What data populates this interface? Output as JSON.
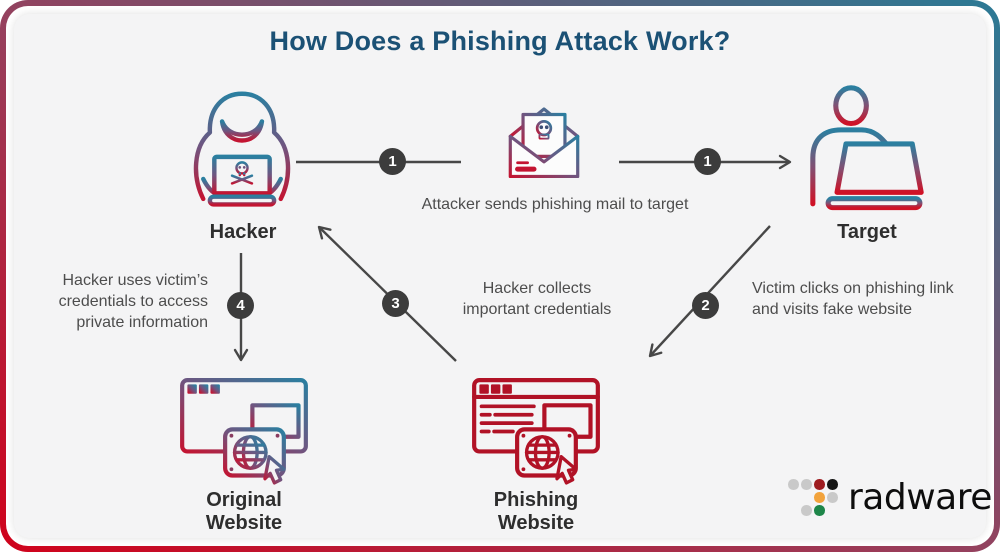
{
  "title": {
    "text": "How Does a Phishing Attack Work?",
    "color": "#1b5175"
  },
  "nodes": {
    "hacker": {
      "label": "Hacker"
    },
    "target": {
      "label": "Target"
    },
    "original_website": {
      "label": "Original Website"
    },
    "phishing_website": {
      "label": "Phishing Website"
    }
  },
  "steps": [
    {
      "num": "1",
      "caption": "Attacker sends phishing mail to target"
    },
    {
      "num": "2",
      "caption": "Victim clicks on phishing link and visits fake website"
    },
    {
      "num": "3",
      "caption": "Hacker collects\nimportant credentials"
    },
    {
      "num": "4",
      "caption": "Hacker uses victim’s credentials to access private information"
    }
  ],
  "brand": {
    "name": "radware",
    "dot_colors": {
      "gray": "#c9c9c9",
      "darkred": "#9e1c20",
      "black": "#161616",
      "orange": "#f2a33c",
      "green": "#1d8649"
    }
  },
  "colors": {
    "background": "#f4f4f5",
    "border_gradient_start": "#d0021b",
    "border_gradient_end": "#2b7a95",
    "accent_red": "#c41431",
    "accent_blue": "#2b7fa0",
    "arrow": "#474747",
    "badge": "#3c3c3c",
    "text": "#4d4d4d"
  }
}
